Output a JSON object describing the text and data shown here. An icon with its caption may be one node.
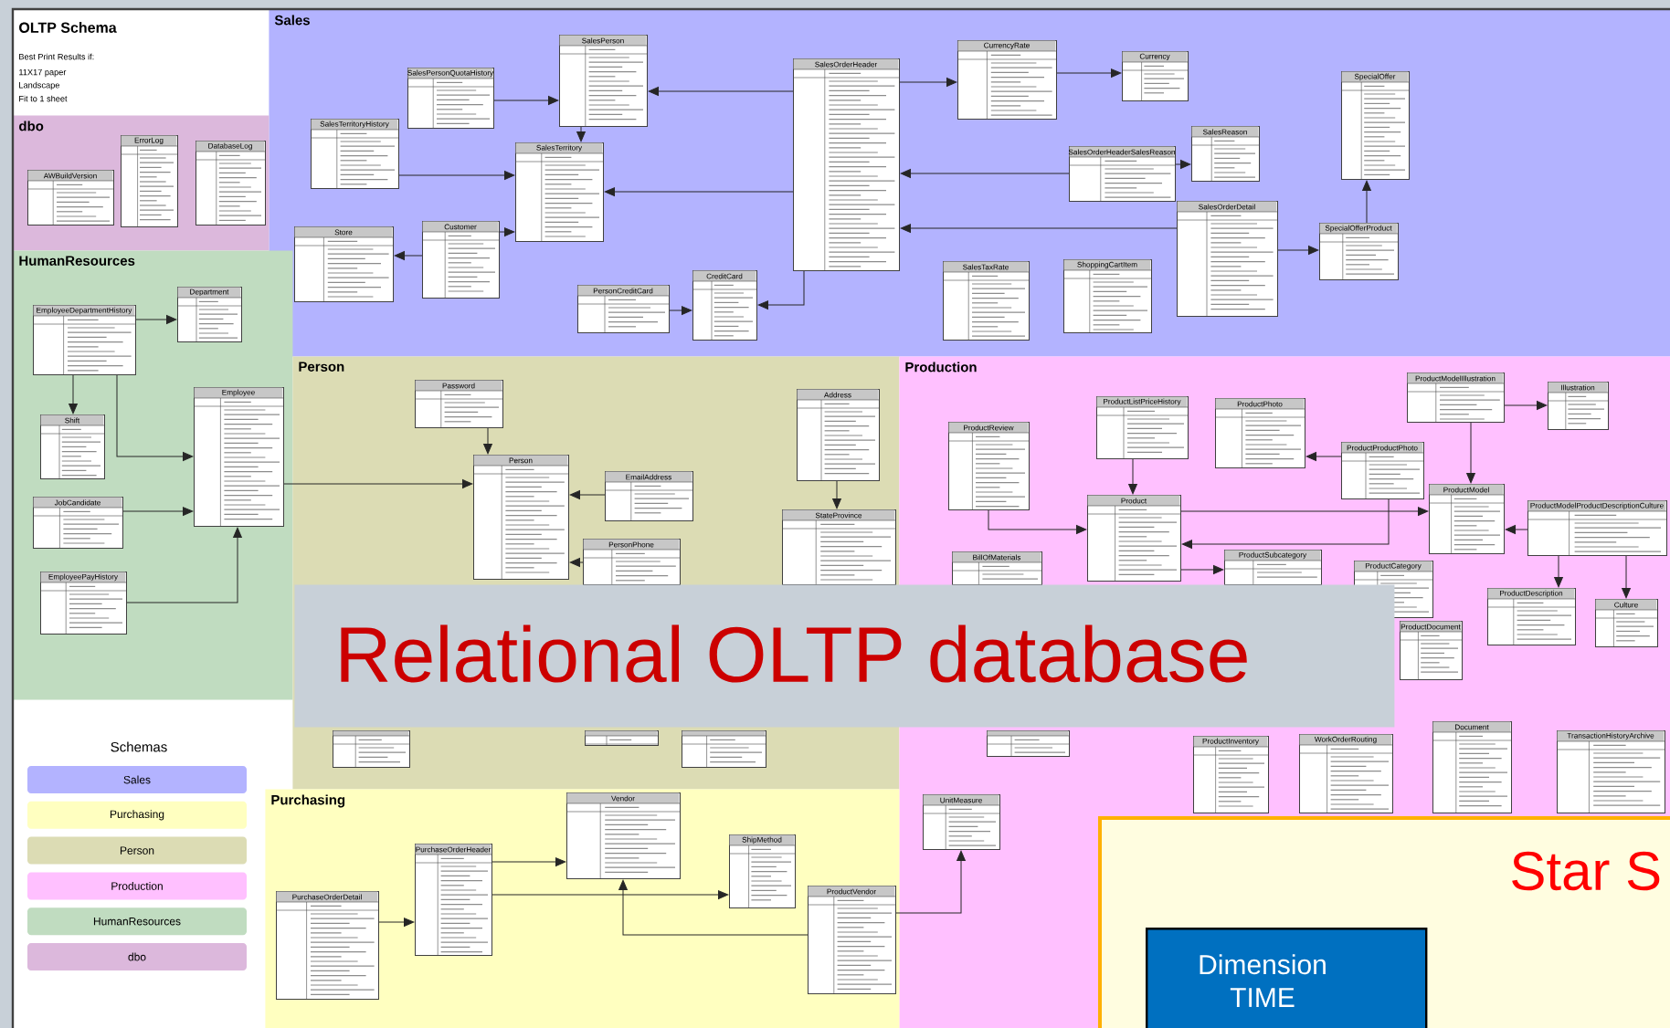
{
  "diagram": {
    "title": "OLTP Schema",
    "nodes": [
      {
        "text": [
          "Sales"
        ]
      },
      {
        "text": [
          "dbo"
        ]
      },
      {
        "text": [
          "HumanResources"
        ]
      },
      {
        "text": [
          "Person"
        ]
      },
      {
        "text": [
          "Production"
        ]
      },
      {
        "text": [
          "Purchasing"
        ]
      },
      {
        "text": [
          "AWBuildVersion"
        ],
        "in": 1
      },
      {
        "text": [
          "ErrorLog"
        ],
        "in": 1
      },
      {
        "text": [
          "DatabaseLog"
        ],
        "in": 1
      },
      {
        "text": [
          "SalesPersonQuotaHistory"
        ],
        "in": 0
      },
      {
        "text": [
          "SalesPerson"
        ],
        "in": 0
      },
      {
        "text": [
          "SalesOrderHeader"
        ],
        "in": 0
      },
      {
        "text": [
          "CurrencyRate"
        ],
        "in": 0
      },
      {
        "text": [
          "Currency"
        ],
        "in": 0
      },
      {
        "text": [
          "SpecialOffer"
        ],
        "in": 0
      },
      {
        "text": [
          "SalesTerritoryHistory"
        ],
        "in": 0
      },
      {
        "text": [
          "SalesTerritory"
        ],
        "in": 0
      },
      {
        "text": [
          "SalesReason"
        ],
        "in": 0
      },
      {
        "text": [
          "SalesOrderHeaderSalesReason"
        ],
        "in": 0
      },
      {
        "text": [
          "Store"
        ],
        "in": 0
      },
      {
        "text": [
          "Customer"
        ],
        "in": 0
      },
      {
        "text": [
          "SalesOrderDetail"
        ],
        "in": 0
      },
      {
        "text": [
          "SpecialOfferProduct"
        ],
        "in": 0
      },
      {
        "text": [
          "PersonCreditCard"
        ],
        "in": 0
      },
      {
        "text": [
          "CreditCard"
        ],
        "in": 0
      },
      {
        "text": [
          "SalesTaxRate"
        ],
        "in": 0
      },
      {
        "text": [
          "ShoppingCartItem"
        ],
        "in": 0
      },
      {
        "text": [
          "EmployeeDepartmentHistory"
        ],
        "in": 2
      },
      {
        "text": [
          "Department"
        ],
        "in": 2
      },
      {
        "text": [
          "Shift"
        ],
        "in": 2
      },
      {
        "text": [
          "Employee"
        ],
        "in": 2
      },
      {
        "text": [
          "JobCandidate"
        ],
        "in": 2
      },
      {
        "text": [
          "EmployeePayHistory"
        ],
        "in": 2
      },
      {
        "text": [
          "Password"
        ],
        "in": 3
      },
      {
        "text": [
          "Person"
        ],
        "in": 3
      },
      {
        "text": [
          "EmailAddress"
        ],
        "in": 3
      },
      {
        "text": [
          "PersonPhone"
        ],
        "in": 3
      },
      {
        "text": [
          "Address"
        ],
        "in": 3
      },
      {
        "text": [
          "StateProvince"
        ],
        "in": 3
      },
      {
        "text": [],
        "shape": "box",
        "in": 3
      },
      {
        "text": [],
        "shape": "box",
        "in": 3
      },
      {
        "text": [],
        "shape": "box",
        "in": 3
      },
      {
        "text": [
          "ProductListPriceHistory"
        ],
        "in": 4
      },
      {
        "text": [
          "ProductPhoto"
        ],
        "in": 4
      },
      {
        "text": [
          "ProductModelIllustration"
        ],
        "in": 4
      },
      {
        "text": [
          "Illustration"
        ],
        "in": 4
      },
      {
        "text": [
          "ProductReview"
        ],
        "in": 4
      },
      {
        "text": [
          "ProductProductPhoto"
        ],
        "in": 4
      },
      {
        "text": [
          "ProductModel"
        ],
        "in": 4
      },
      {
        "text": [
          "Product"
        ],
        "in": 4
      },
      {
        "text": [
          "ProductModelProductDescriptionCulture"
        ],
        "in": 4
      },
      {
        "text": [
          "BillOfMaterials"
        ],
        "in": 4
      },
      {
        "text": [
          "ProductSubcategory"
        ],
        "in": 4
      },
      {
        "text": [
          "ProductCategory"
        ],
        "in": 4
      },
      {
        "text": [
          "ProductDescription"
        ],
        "in": 4
      },
      {
        "text": [
          "Culture"
        ],
        "in": 4
      },
      {
        "text": [
          "ProductDocument"
        ],
        "in": 4
      },
      {
        "text": [],
        "shape": "box",
        "in": 4
      },
      {
        "text": [
          "ProductInventory"
        ],
        "in": 4
      },
      {
        "text": [
          "WorkOrderRouting"
        ],
        "in": 4
      },
      {
        "text": [
          "Document"
        ],
        "in": 4
      },
      {
        "text": [
          "TransactionHistoryArchive"
        ],
        "in": 4
      },
      {
        "text": [
          "UnitMeasure"
        ],
        "in": 4
      },
      {
        "text": [
          "Vendor"
        ],
        "in": 5
      },
      {
        "text": [
          "ShipMethod"
        ],
        "in": 5
      },
      {
        "text": [
          "PurchaseOrderHeader"
        ],
        "in": 5
      },
      {
        "text": [
          "PurchaseOrderDetail"
        ],
        "in": 5
      },
      {
        "text": [
          "ProductVendor"
        ],
        "in": 5
      },
      {
        "text": [
          "Relational OLTP database"
        ]
      },
      {
        "text": [
          "Star S"
        ]
      },
      {
        "text": [
          "Dimension TIME"
        ],
        "in": 69
      }
    ],
    "edges": [
      {
        "from": 11,
        "to": 10,
        "arrow": "to"
      },
      {
        "from": 11,
        "to": 16,
        "arrow": "to"
      },
      {
        "from": 11,
        "to": 12,
        "arrow": "to"
      },
      {
        "from": 12,
        "to": 13,
        "arrow": "to"
      },
      {
        "from": 18,
        "to": 11,
        "arrow": "to"
      },
      {
        "from": 18,
        "to": 17,
        "arrow": "to"
      },
      {
        "from": 21,
        "to": 11,
        "arrow": "to"
      },
      {
        "from": 21,
        "to": 22,
        "arrow": "to"
      },
      {
        "from": 22,
        "to": 14,
        "arrow": "to"
      },
      {
        "from": 10,
        "to": 16,
        "arrow": "to"
      },
      {
        "from": 15,
        "to": 16,
        "arrow": "to"
      },
      {
        "from": 9,
        "to": 10,
        "arrow": "to"
      },
      {
        "from": 20,
        "to": 19,
        "arrow": "to"
      },
      {
        "from": 20,
        "to": 16,
        "arrow": "to"
      },
      {
        "from": 23,
        "to": 24,
        "arrow": "to"
      },
      {
        "from": 11,
        "to": 24,
        "arrow": "to"
      },
      {
        "from": 27,
        "to": 28,
        "arrow": "to"
      },
      {
        "from": 27,
        "to": 29,
        "arrow": "to"
      },
      {
        "from": 27,
        "to": 30,
        "arrow": "to"
      },
      {
        "from": 31,
        "to": 30,
        "arrow": "to"
      },
      {
        "from": 32,
        "to": 30,
        "arrow": "to"
      },
      {
        "from": 30,
        "to": 34,
        "arrow": "to"
      },
      {
        "from": 33,
        "to": 34,
        "arrow": "to"
      },
      {
        "from": 35,
        "to": 34,
        "arrow": "to"
      },
      {
        "from": 36,
        "to": 34,
        "arrow": "to"
      },
      {
        "from": 37,
        "to": 38,
        "arrow": "to"
      },
      {
        "from": 42,
        "to": 49,
        "arrow": "to"
      },
      {
        "from": 47,
        "to": 43,
        "arrow": "to"
      },
      {
        "from": 47,
        "to": 49,
        "arrow": "to"
      },
      {
        "from": 46,
        "to": 49,
        "arrow": "to"
      },
      {
        "from": 49,
        "to": 48,
        "arrow": "to"
      },
      {
        "from": 44,
        "to": 48,
        "arrow": "to"
      },
      {
        "from": 44,
        "to": 45,
        "arrow": "to"
      },
      {
        "from": 50,
        "to": 48,
        "arrow": "to"
      },
      {
        "from": 50,
        "to": 54,
        "arrow": "to"
      },
      {
        "from": 50,
        "to": 55,
        "arrow": "to"
      },
      {
        "from": 49,
        "to": 52,
        "arrow": "to"
      },
      {
        "from": 65,
        "to": 63,
        "arrow": "to"
      },
      {
        "from": 65,
        "to": 64,
        "arrow": "to"
      },
      {
        "from": 66,
        "to": 65,
        "arrow": "to"
      },
      {
        "from": 67,
        "to": 63,
        "arrow": "to"
      },
      {
        "from": 67,
        "to": 62,
        "arrow": "to"
      }
    ],
    "labels": [
      "Best Print Results if:",
      "11X17 paper",
      "Landscape",
      "Fit to 1 sheet",
      "Schemas"
    ],
    "legend": [
      {
        "text": "Sales",
        "color": "#b3b3ff"
      },
      {
        "text": "Purchasing",
        "color": "#ffffc0"
      },
      {
        "text": "Person",
        "color": "#dcdcb4"
      },
      {
        "text": "Production",
        "color": "#ffc0ff"
      },
      {
        "text": "HumanResources",
        "color": "#c0dcc0"
      },
      {
        "text": "dbo",
        "color": "#dcb8dc"
      }
    ]
  }
}
